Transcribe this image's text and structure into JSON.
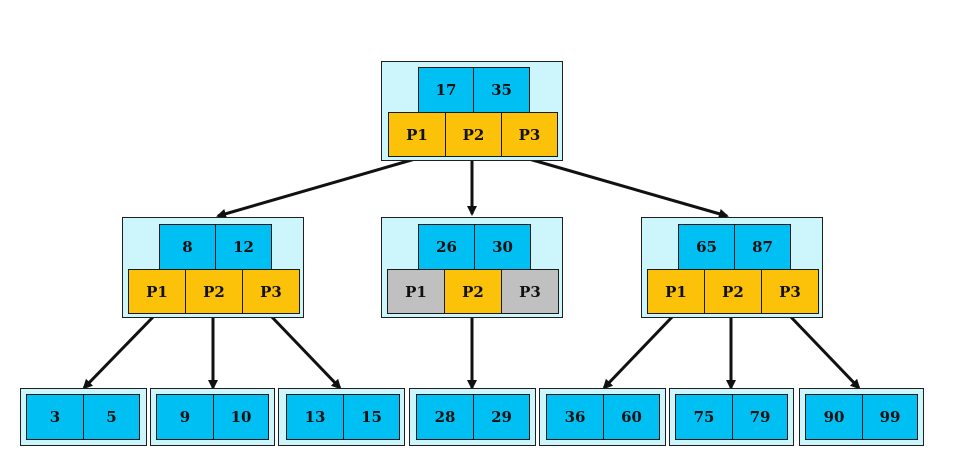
{
  "colors": {
    "key_cell": "#00bff3",
    "pointer_cell": "#fcc20a",
    "null_pointer_cell": "#c0c0c0",
    "node_background": "#ccf6fb",
    "edge": "#111111"
  },
  "root": {
    "keys": [
      "17",
      "35"
    ],
    "pointers": [
      "P1",
      "P2",
      "P3"
    ]
  },
  "internal": [
    {
      "keys": [
        "8",
        "12"
      ],
      "pointers": [
        "P1",
        "P2",
        "P3"
      ]
    },
    {
      "keys": [
        "26",
        "30"
      ],
      "pointers": [
        "P1",
        "P2",
        "P3"
      ]
    },
    {
      "keys": [
        "65",
        "87"
      ],
      "pointers": [
        "P1",
        "P2",
        "P3"
      ]
    }
  ],
  "leaves": [
    {
      "keys": [
        "3",
        "5"
      ]
    },
    {
      "keys": [
        "9",
        "10"
      ]
    },
    {
      "keys": [
        "13",
        "15"
      ]
    },
    {
      "keys": [
        "28",
        "29"
      ]
    },
    {
      "keys": [
        "36",
        "60"
      ]
    },
    {
      "keys": [
        "75",
        "79"
      ]
    },
    {
      "keys": [
        "90",
        "99"
      ]
    }
  ]
}
